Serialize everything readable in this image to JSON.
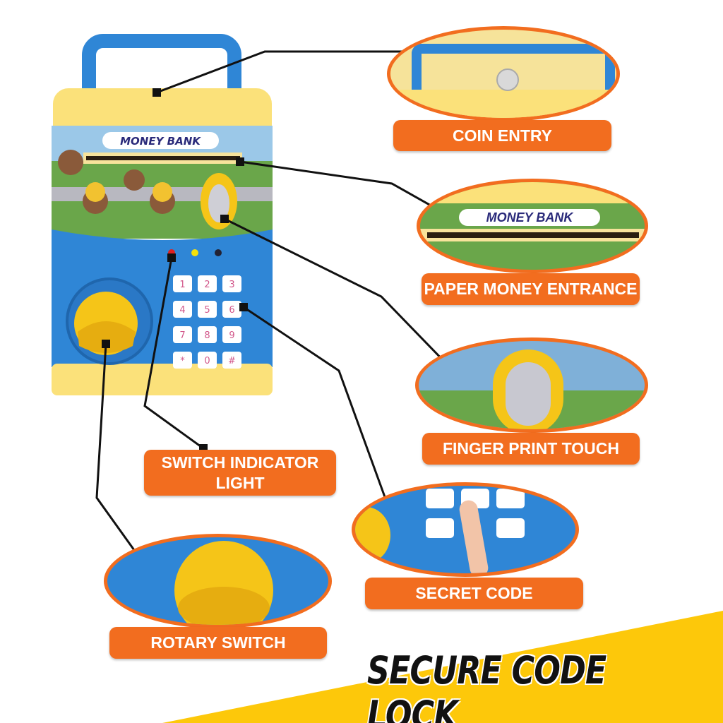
{
  "product": {
    "brand_label": "MONEY BANK",
    "keypad": [
      "1",
      "2",
      "3",
      "4",
      "5",
      "6",
      "7",
      "8",
      "9",
      "*",
      "0",
      "#"
    ]
  },
  "callouts": [
    {
      "id": "coin-entry",
      "label": "COIN ENTRY"
    },
    {
      "id": "paper-money",
      "label": "PAPER MONEY ENTRANCE"
    },
    {
      "id": "finger-print",
      "label": "FINGER PRINT TOUCH"
    },
    {
      "id": "secret-code",
      "label": "SECRET CODE"
    },
    {
      "id": "switch-indicator",
      "label_line1": "SWITCH INDICATOR",
      "label_line2": "LIGHT"
    },
    {
      "id": "rotary-switch",
      "label": "ROTARY SWITCH"
    }
  ],
  "headline": "SECURE CODE LOCK",
  "colors": {
    "accent": "#f26d1f",
    "banner": "#fdc80a",
    "body_blue": "#2f86d6",
    "body_yellow": "#fbe17a"
  }
}
